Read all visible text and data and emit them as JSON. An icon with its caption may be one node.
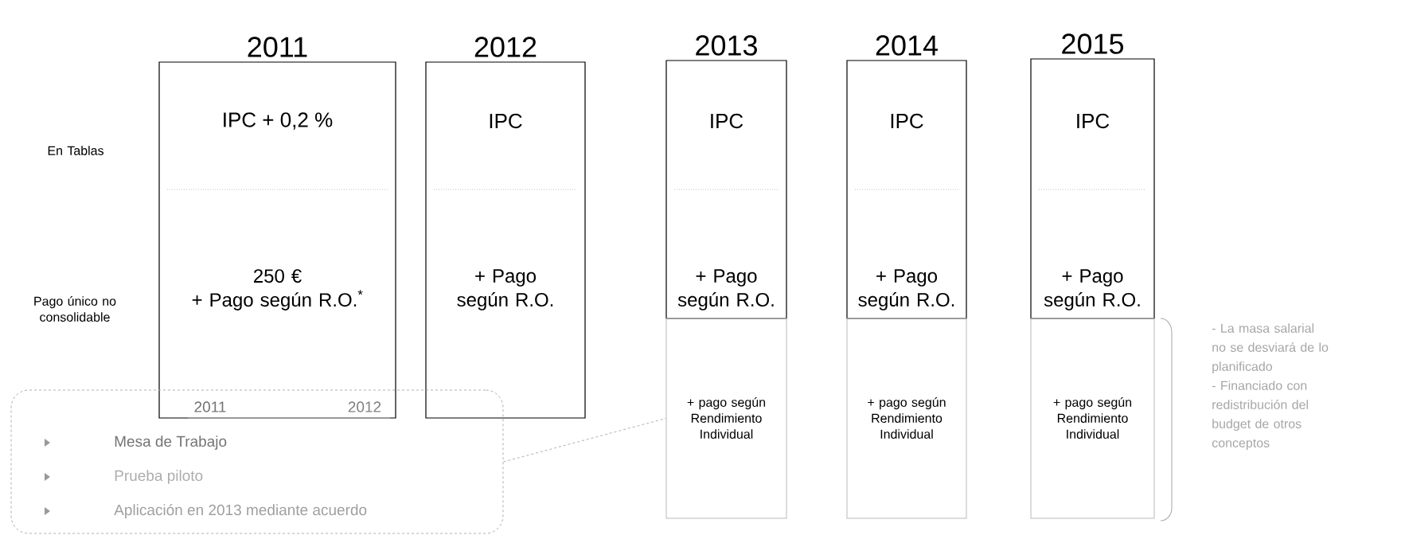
{
  "diagram": {
    "nodes": [
      {
        "text": [
          "2011",
          "IPC + 0,2 %",
          "250 €",
          "+ Pago según R.O.$^{*}$"
        ]
      },
      {
        "text": [
          "2012",
          "IPC",
          "+ Pago según R.O."
        ]
      },
      {
        "text": [
          "2013",
          "IPC",
          "+ Pago según R.O."
        ]
      },
      {
        "text": [
          "2014",
          "IPC",
          "+ Pago según R.O."
        ]
      },
      {
        "text": [
          "2015",
          "IPC",
          "+ Pago según R.O."
        ]
      },
      {
        "text": [
          "+ pago según Rendimiento Individual"
        ]
      },
      {
        "text": [
          "+ pago según Rendimiento Individual"
        ]
      },
      {
        "text": [
          "+ pago según Rendimiento Individual"
        ]
      },
      {
        "text": [
          "2011",
          "2012",
          "Mesa de Trabajo",
          "Prueba piloto",
          "Aplicación en 2013 mediante acuerdo"
        ]
      }
    ],
    "edges": [
      {
        "from": 8,
        "to": 5,
        "arrow": "none",
        "style": "dashed"
      }
    ],
    "labels": [
      "En Tablas",
      "Pago único no consolidable",
      "- La masa salarial no se desviará de lo planificado",
      "- Financiado con redistribución del budget de otros conceptos"
    ]
  }
}
